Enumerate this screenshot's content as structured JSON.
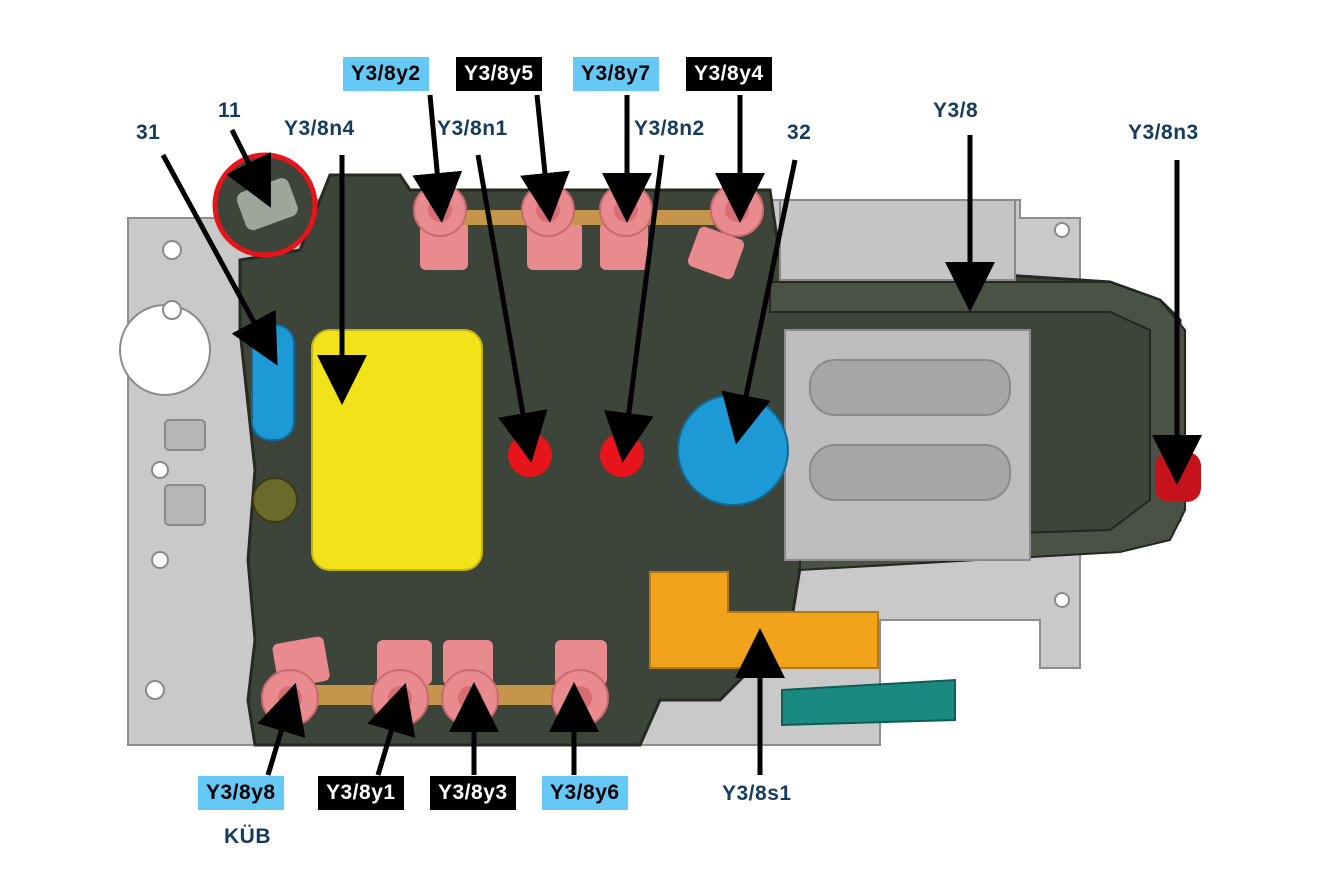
{
  "colors": {
    "navy_text": "#153c5e",
    "box_blue": "#66c9f5",
    "box_black": "#000000",
    "housing": "#3d4439",
    "plate": "#c9c9c9",
    "solenoid_pink": "#e98a8e",
    "sensor_red": "#e8141c",
    "sensor_blue": "#1d9ad6",
    "connector_yellow": "#f2e21a",
    "connector_orange": "#f0a21a",
    "bracket_tan": "#c4954a",
    "leadframe_teal": "#1a8a80"
  },
  "labels": {
    "y3_8y2": "Y3/8y2",
    "y3_8y5": "Y3/8y5",
    "y3_8y7": "Y3/8y7",
    "y3_8y4": "Y3/8y4",
    "n11": "11",
    "n31": "31",
    "y3_8n4": "Y3/8n4",
    "y3_8n1": "Y3/8n1",
    "y3_8n2": "Y3/8n2",
    "n32": "32",
    "y3_8": "Y3/8",
    "y3_8n3": "Y3/8n3",
    "y3_8y8": "Y3/8y8",
    "kub": "KÜB",
    "y3_8y1": "Y3/8y1",
    "y3_8y3": "Y3/8y3",
    "y3_8y6": "Y3/8y6",
    "y3_8s1": "Y3/8s1"
  }
}
